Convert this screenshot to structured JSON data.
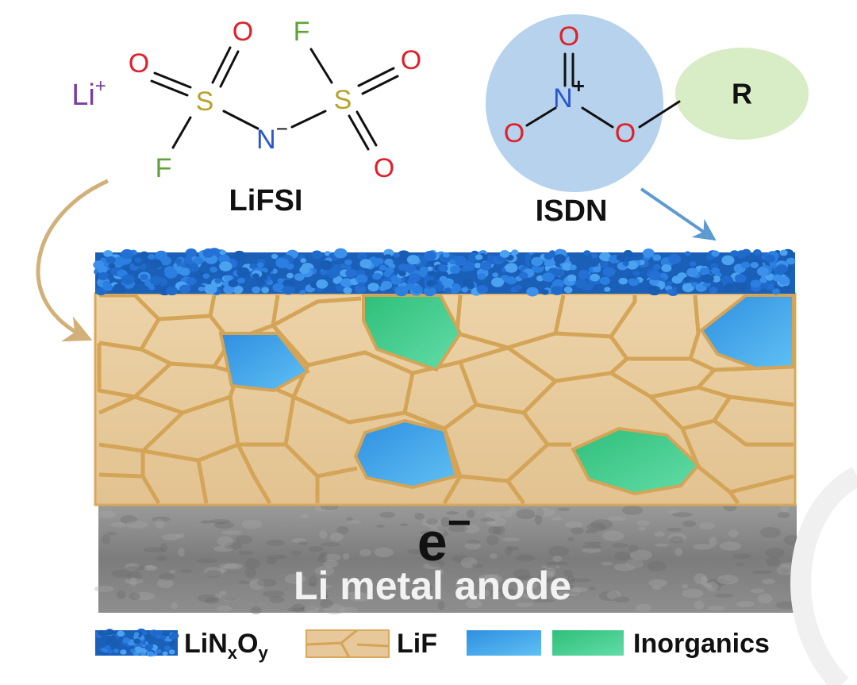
{
  "lifsi": {
    "name": "LiFSI",
    "cation": "Li",
    "cation_charge": "+",
    "anion_atom": "N",
    "anion_charge": "−",
    "sulfur": "S",
    "oxygen": "O",
    "fluorine": "F"
  },
  "isdn": {
    "name": "ISDN",
    "nitrogen": "N",
    "n_charge": "+",
    "oxygen": "O",
    "group": "R"
  },
  "layers": {
    "electron": "e",
    "electron_charge": "−",
    "anode_label": "Li metal anode"
  },
  "legend": {
    "item1_main": "LiN",
    "item1_sub1": "x",
    "item1_mid": "O",
    "item1_sub2": "y",
    "item2": "LiF",
    "item3": "Inorganics"
  },
  "colors": {
    "oxygen": "#e0202a",
    "sulfur": "#b8a22a",
    "fluorine": "#5ea33a",
    "nitrogen": "#2a55d0",
    "lithium": "#7a3ea0",
    "lin_particles": "#1e6fd0",
    "lif": "#e6c89a",
    "lif_grain_border": "#d9a85a",
    "blue_inorganic": "#3aa4ea",
    "green_inorganic": "#3dd08e",
    "anode": "#8a8a8a",
    "isdn_circle": "#b6d2ec",
    "r_ellipse": "#d8ecc6",
    "arrow_lifsi": "#d2b07a",
    "arrow_isdn": "#5c9ad0"
  }
}
